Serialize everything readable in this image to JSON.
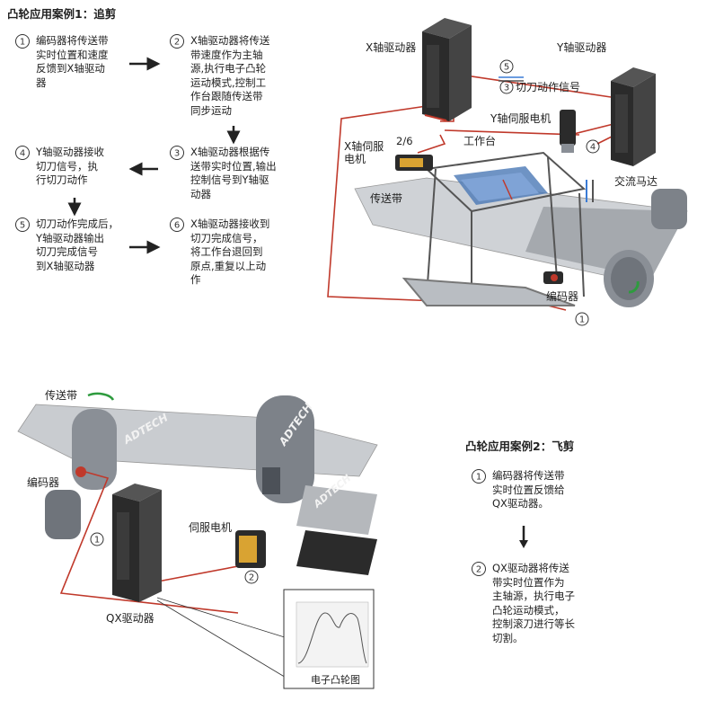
{
  "case1": {
    "title": "凸轮应用案例1：追剪",
    "steps": [
      {
        "num": "1",
        "text": "编码器将传送带\n实时位置和速度\n反馈到X轴驱动\n器"
      },
      {
        "num": "2",
        "text": "X轴驱动器将传送\n带速度作为主轴\n源,执行电子凸轮\n运动模式,控制工\n作台跟随传送带\n同步运动"
      },
      {
        "num": "3",
        "text": "X轴驱动器根据传\n送带实时位置,输出\n控制信号到Y轴驱\n动器"
      },
      {
        "num": "4",
        "text": "Y轴驱动器接收\n切刀信号，执\n行切刀动作"
      },
      {
        "num": "5",
        "text": "切刀动作完成后，\nY轴驱动器输出\n切刀完成信号\n到X轴驱动器"
      },
      {
        "num": "6",
        "text": "X轴驱动器接收到\n切刀完成信号，\n将工作台退回到\n原点,重复以上动\n作"
      }
    ],
    "labels": {
      "x_driver": "X轴驱动器",
      "y_driver": "Y轴驱动器",
      "cut_signal_num": "3",
      "cut_signal": "切刀动作信号",
      "signal_top_num": "5",
      "y_servo": "Y轴伺服电机",
      "x_servo": "X轴伺服\n电机",
      "x_servo_nums": "2/6",
      "workbench": "工作台",
      "conveyor": "传送带",
      "ac_motor": "交流马达",
      "encoder": "编码器",
      "encoder_num": "1",
      "y_driver_num": "4"
    }
  },
  "case2": {
    "title": "凸轮应用案例2：飞剪",
    "steps": [
      {
        "num": "1",
        "text": "编码器将传送带\n实时位置反馈给\nQX驱动器。"
      },
      {
        "num": "2",
        "text": "QX驱动器将传送\n带实时位置作为\n主轴源，执行电子\n凸轮运动模式，\n控制滚刀进行等长\n切割。"
      }
    ],
    "labels": {
      "conveyor": "传送带",
      "encoder": "编码器",
      "encoder_num": "1",
      "servo": "伺服电机",
      "servo_num": "2",
      "driver": "QX驱动器",
      "cam_chart": "电子凸轮图",
      "brand": "ADTECH"
    }
  },
  "colors": {
    "wire": "#c0392b",
    "driver": "#2b2b2b",
    "steel": "#8a8f96",
    "blue": "#3a7bd5"
  }
}
